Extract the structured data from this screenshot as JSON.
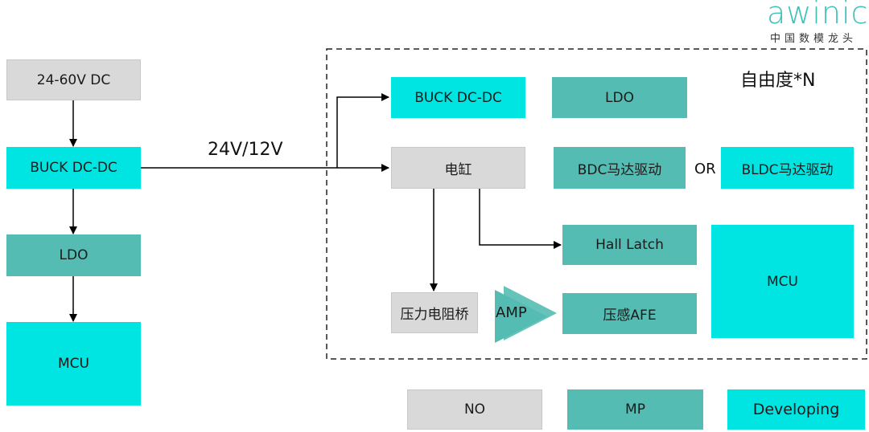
{
  "logo": {
    "brand": "awinic",
    "tagline": "中国数模龙头"
  },
  "left_chain": {
    "supply": "24-60V DC",
    "buck": "BUCK DC-DC",
    "ldo": "LDO",
    "mcu": "MCU"
  },
  "bus_label": "24V/12V",
  "module": {
    "title": "自由度*N",
    "buck": "BUCK DC-DC",
    "ldo": "LDO",
    "cylinder": "电缸",
    "bdc": "BDC马达驱动",
    "or": "OR",
    "bldc": "BLDC马达驱动",
    "hall": "Hall Latch",
    "mcu": "MCU",
    "bridge": "压力电阻桥",
    "amp": "AMP",
    "afe": "压感AFE"
  },
  "legend": {
    "no": "NO",
    "mp": "MP",
    "developing": "Developing"
  },
  "colors": {
    "no": "#d9d9d9",
    "mp": "#55bcb3",
    "developing": "#00e4e2"
  }
}
